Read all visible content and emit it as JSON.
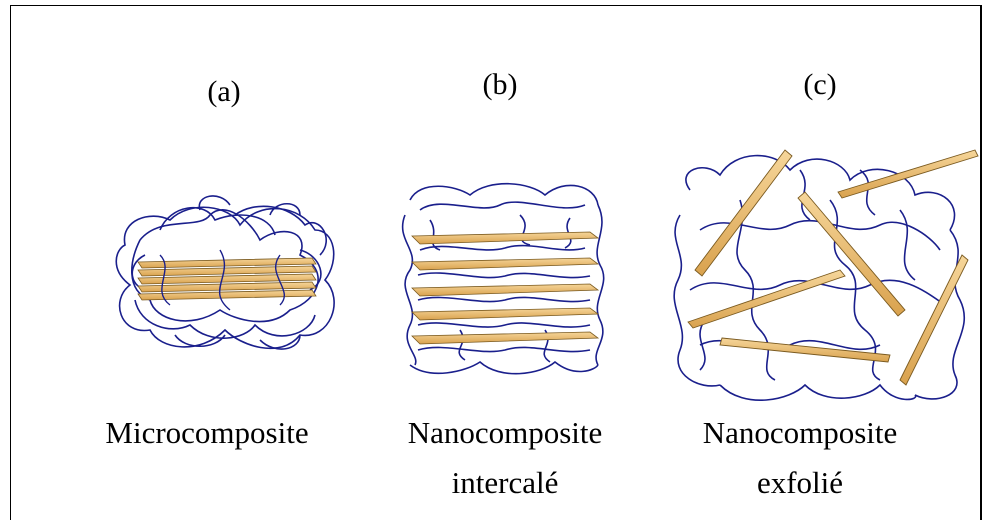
{
  "panels": [
    {
      "letter": "(a)",
      "caption_line1": "Microcomposite",
      "caption_line2": ""
    },
    {
      "letter": "(b)",
      "caption_line1": "Nanocomposite",
      "caption_line2": "intercalé"
    },
    {
      "letter": "(c)",
      "caption_line1": "Nanocomposite",
      "caption_line2": "exfolié"
    }
  ],
  "colors": {
    "polymer": "#1a1f8c",
    "platelet_fill": "#e8b868",
    "platelet_edge": "#7a5a20"
  }
}
